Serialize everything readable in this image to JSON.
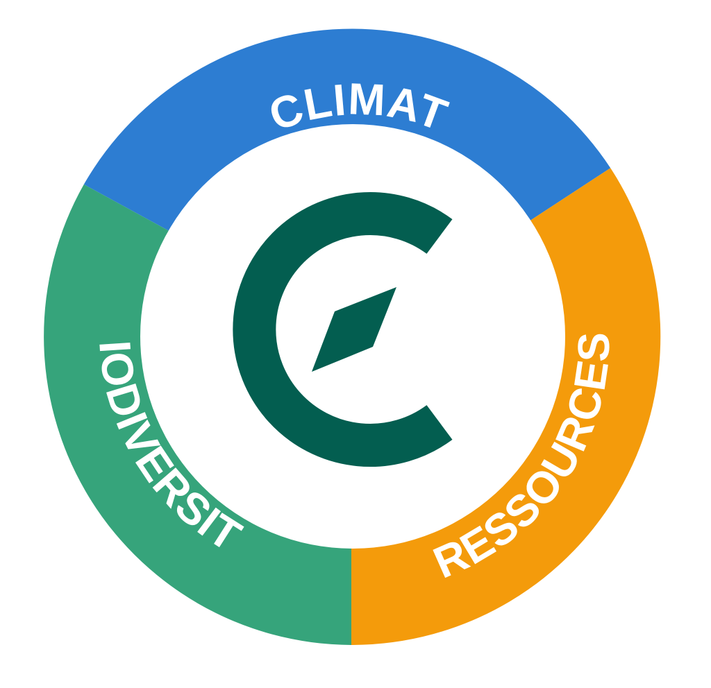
{
  "segments": [
    {
      "id": "climat",
      "label": "CLIMAT",
      "color": "#2D7DD2"
    },
    {
      "id": "ressources",
      "label": "RESSOURCES",
      "color": "#F49B0B"
    },
    {
      "id": "biodiversite",
      "label": "BIODIVERSITÉ",
      "color": "#36A47B"
    }
  ],
  "logo": {
    "icon": "compass-c-logo-icon",
    "color": "#035E50"
  },
  "background_color": "#FFFFFF"
}
